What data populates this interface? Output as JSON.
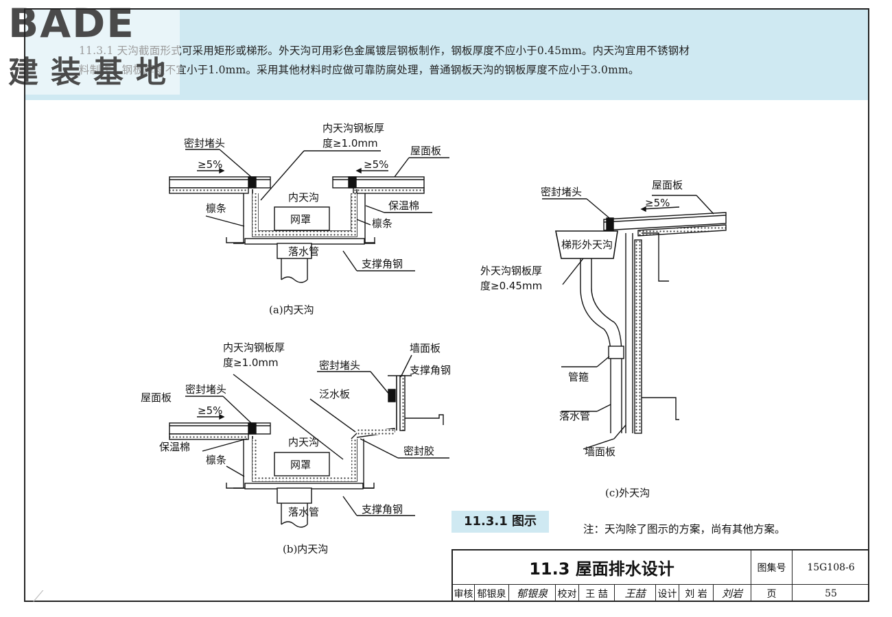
{
  "header": {
    "line1": "11.3.1 天沟截面形式可采用矩形或梯形。外天沟可用彩色金属镀层钢板制作，钢板厚度不应小于0.45mm。内天沟宜用不锈钢材",
    "line2": "料制作，钢板厚度不宜小于1.0mm。采用其他材料时应做可靠防腐处理，普通钢板天沟的钢板厚度不应小于3.0mm。"
  },
  "watermark": {
    "top": "BADE",
    "bottom": "建装基地"
  },
  "figure_a": {
    "caption": "(a)内天沟",
    "labels": {
      "plate_thk_1": "内天沟钢板厚",
      "plate_thk_2": "度≥1.0mm",
      "seal_head": "密封堵头",
      "roof_panel": "屋面板",
      "slope_l": "≥5%",
      "slope_r": "≥5%",
      "gutter": "内天沟",
      "insulation": "保温棉",
      "purlin_l": "檩条",
      "purlin_r": "檩条",
      "mesh": "网罩",
      "downpipe": "落水管",
      "angle": "支撑角钢"
    }
  },
  "figure_b": {
    "caption": "(b)内天沟",
    "labels": {
      "plate_thk_1": "内天沟钢板厚",
      "plate_thk_2": "度≥1.0mm",
      "wall_panel": "墙面板",
      "seal_head_r": "密封堵头",
      "support_angle_top": "支撑角钢",
      "seal_head_l": "密封堵头",
      "flashing": "泛水板",
      "roof_panel": "屋面板",
      "slope": "≥5%",
      "gutter": "内天沟",
      "sealant": "密封胶",
      "insulation": "保温棉",
      "purlin": "檩条",
      "mesh": "网罩",
      "downpipe": "落水管",
      "angle": "支撑角钢"
    }
  },
  "figure_c": {
    "caption": "(c)外天沟",
    "labels": {
      "seal_head": "密封堵头",
      "roof_panel": "屋面板",
      "slope": "≥5%",
      "trap_gutter": "梯形外天沟",
      "plate_thk_1": "外天沟钢板厚",
      "plate_thk_2": "度≥0.45mm",
      "clamp": "管箍",
      "downpipe": "落水管",
      "wall_panel": "墙面板"
    }
  },
  "fig_tag": "11.3.1 图示",
  "note": "注：天沟除了图示的方案，尚有其他方案。",
  "title_block": {
    "title": "11.3 屋面排水设计",
    "atlas_label": "图集号",
    "atlas_value": "15G108-6",
    "review_label": "审核",
    "reviewer": "郁银泉",
    "reviewer_sig": "郁银泉",
    "check_label": "校对",
    "checker": "王 喆",
    "checker_sig": "王喆",
    "design_label": "设计",
    "designer": "刘 岩",
    "designer_sig": "刘岩",
    "page_label": "页",
    "page_value": "55"
  }
}
